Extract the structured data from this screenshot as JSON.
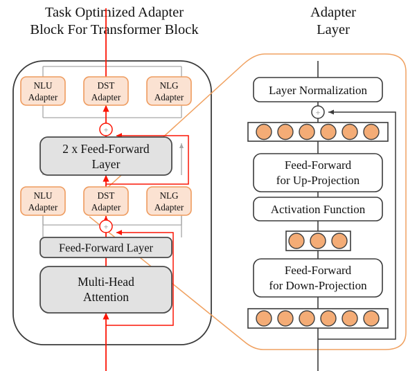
{
  "titles": {
    "left_line1": "Task Optimized Adapter",
    "left_line2": "Block For Transformer Block",
    "right_line1": "Adapter",
    "right_line2": "Layer"
  },
  "colors": {
    "adapter_fill": "#FBE2D2",
    "adapter_stroke": "#EE9B5E",
    "gray_block_fill": "#E2E2E2",
    "gray_block_stroke": "#4A4A4A",
    "red_line": "#FB1505",
    "gray_line": "#A6A6A6",
    "orange_callout": "#F0A160",
    "circle_fill": "#F4AC76",
    "circle_stroke": "#3F3F3F",
    "panel_stroke": "#3A3A3A",
    "text": "#101010"
  },
  "left_panel": {
    "name": "task-optimized-adapter-block",
    "adapters_top": [
      {
        "line1": "NLU",
        "line2": "Adapter"
      },
      {
        "line1": "DST",
        "line2": "Adapter"
      },
      {
        "line1": "NLG",
        "line2": "Adapter"
      }
    ],
    "adapters_bottom": [
      {
        "line1": "NLU",
        "line2": "Adapter"
      },
      {
        "line1": "DST",
        "line2": "Adapter"
      },
      {
        "line1": "NLG",
        "line2": "Adapter"
      }
    ],
    "blocks": [
      {
        "id": "feed-forward-2x",
        "line1": "2 x Feed-Forward",
        "line2": "Layer"
      },
      {
        "id": "feed-forward-layer",
        "line1": "Feed-Forward Layer",
        "line2": ""
      },
      {
        "id": "multi-head-attention",
        "line1": "Multi-Head",
        "line2": "Attention"
      }
    ],
    "add_nodes": [
      {
        "id": "add-node-upper",
        "symbol": "+"
      },
      {
        "id": "add-node-lower",
        "symbol": "+"
      }
    ]
  },
  "right_panel": {
    "name": "adapter-layer",
    "blocks": [
      {
        "id": "layer-normalization",
        "line1": "Layer Normalization",
        "line2": ""
      },
      {
        "id": "feed-forward-up-projection",
        "line1": "Feed-Forward",
        "line2": "for Up-Projection"
      },
      {
        "id": "activation-function",
        "line1": "Activation Function",
        "line2": ""
      },
      {
        "id": "feed-forward-down-projection",
        "line1": "Feed-Forward",
        "line2": "for Down-Projection"
      }
    ],
    "neuron_rows": [
      {
        "id": "neuron-row-output",
        "count": 6
      },
      {
        "id": "neuron-row-bottleneck",
        "count": 3
      },
      {
        "id": "neuron-row-input",
        "count": 6
      }
    ],
    "add_nodes": [
      {
        "id": "add-node-residual",
        "symbol": "+"
      }
    ]
  }
}
